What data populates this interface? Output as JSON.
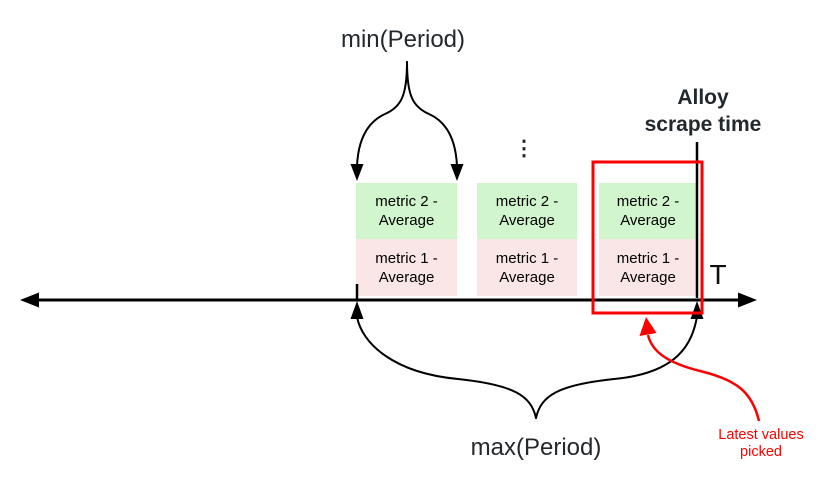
{
  "labels": {
    "min_period": "min(Period)",
    "max_period": "max(Period)",
    "alloy_line1": "Alloy",
    "alloy_line2": "scrape time",
    "t_axis": "T",
    "latest_line1": "Latest values",
    "latest_line2": "picked",
    "ellipsis": "⋮"
  },
  "groups": [
    {
      "top": {
        "line1": "metric 2 -",
        "line2": "Average"
      },
      "bottom": {
        "line1": "metric 1 -",
        "line2": "Average"
      }
    },
    {
      "top": {
        "line1": "metric 2 -",
        "line2": "Average"
      },
      "bottom": {
        "line1": "metric 1 -",
        "line2": "Average"
      }
    },
    {
      "top": {
        "line1": "metric 2 -",
        "line2": "Average"
      },
      "bottom": {
        "line1": "metric 1 -",
        "line2": "Average"
      }
    }
  ],
  "colors": {
    "metric2_fill": "#d1f5cd",
    "metric1_fill": "#fae6e6",
    "highlight_red": "#ff0000",
    "line_ink": "#000000",
    "label_ink": "#23282d"
  }
}
